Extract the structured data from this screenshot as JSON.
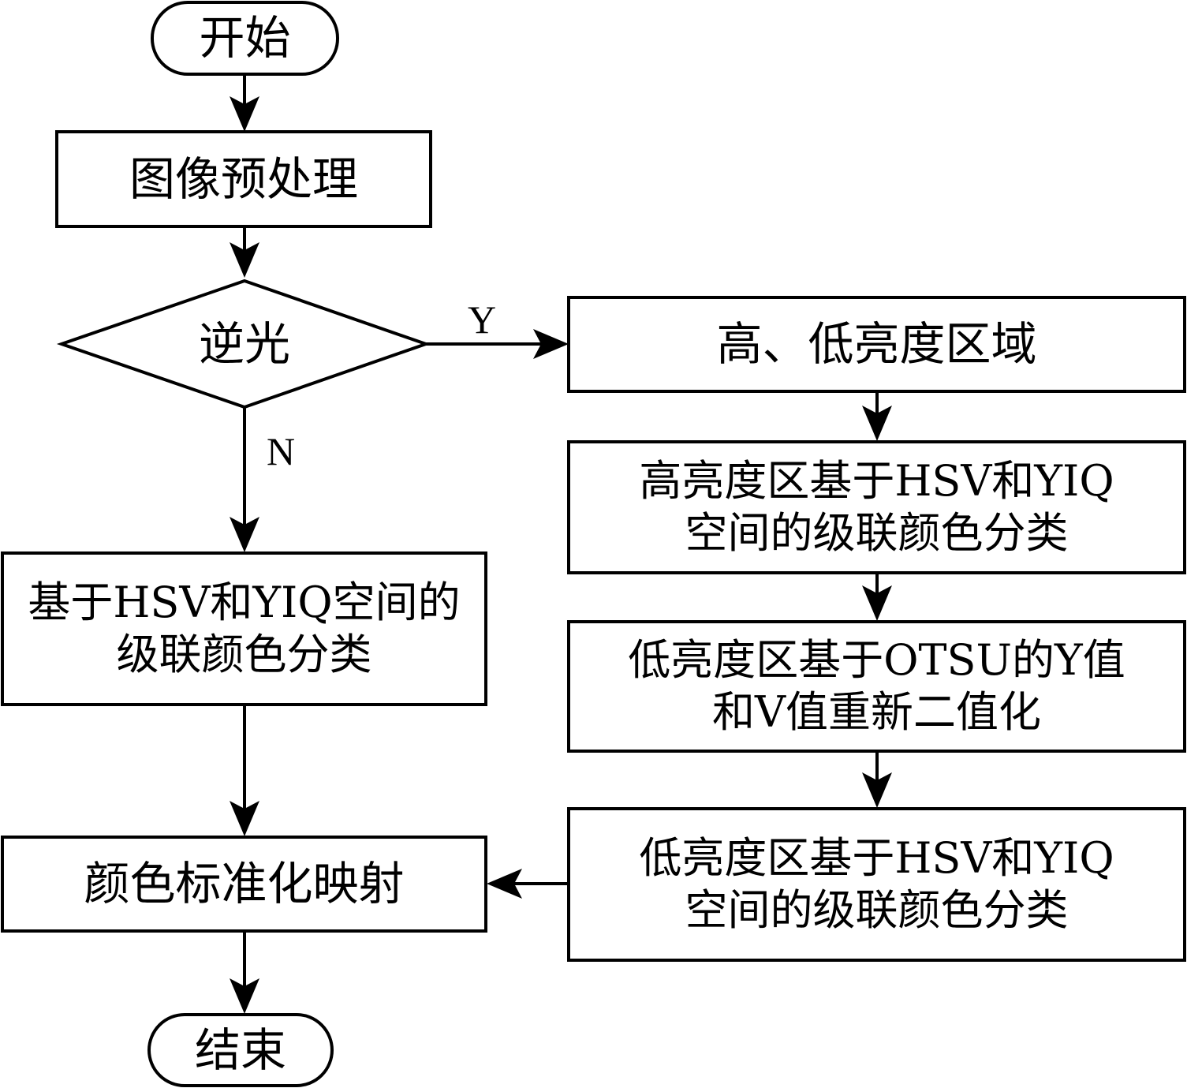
{
  "diagram": {
    "type": "flowchart",
    "colors": {
      "stroke": "#000000",
      "fill": "#ffffff",
      "text": "#000000"
    },
    "nodes": {
      "start": {
        "shape": "terminator",
        "text": "开始"
      },
      "preprocess": {
        "shape": "process",
        "text": "图像预处理"
      },
      "backlight": {
        "shape": "decision",
        "text": "逆光"
      },
      "regions": {
        "shape": "process",
        "text": "高、低亮度区域"
      },
      "high_classify": {
        "shape": "process",
        "text": "高亮度区基于HSV和YIQ\n空间的级联颜色分类"
      },
      "low_otsu": {
        "shape": "process",
        "text": "低亮度区基于OTSU的Y值\n和V值重新二值化"
      },
      "low_classify": {
        "shape": "process",
        "text": "低亮度区基于HSV和YIQ\n空间的级联颜色分类"
      },
      "classify": {
        "shape": "process",
        "text": "基于HSV和YIQ空间的\n级联颜色分类"
      },
      "mapping": {
        "shape": "process",
        "text": "颜色标准化映射"
      },
      "end": {
        "shape": "terminator",
        "text": "结束"
      }
    },
    "edge_labels": {
      "yes": "Y",
      "no": "N"
    },
    "edges": [
      {
        "from": "start",
        "to": "preprocess",
        "label": ""
      },
      {
        "from": "preprocess",
        "to": "backlight",
        "label": ""
      },
      {
        "from": "backlight",
        "to": "regions",
        "label": "Y"
      },
      {
        "from": "backlight",
        "to": "classify",
        "label": "N"
      },
      {
        "from": "regions",
        "to": "high_classify",
        "label": ""
      },
      {
        "from": "high_classify",
        "to": "low_otsu",
        "label": ""
      },
      {
        "from": "low_otsu",
        "to": "low_classify",
        "label": ""
      },
      {
        "from": "low_classify",
        "to": "mapping",
        "label": ""
      },
      {
        "from": "classify",
        "to": "mapping",
        "label": ""
      },
      {
        "from": "mapping",
        "to": "end",
        "label": ""
      }
    ]
  }
}
